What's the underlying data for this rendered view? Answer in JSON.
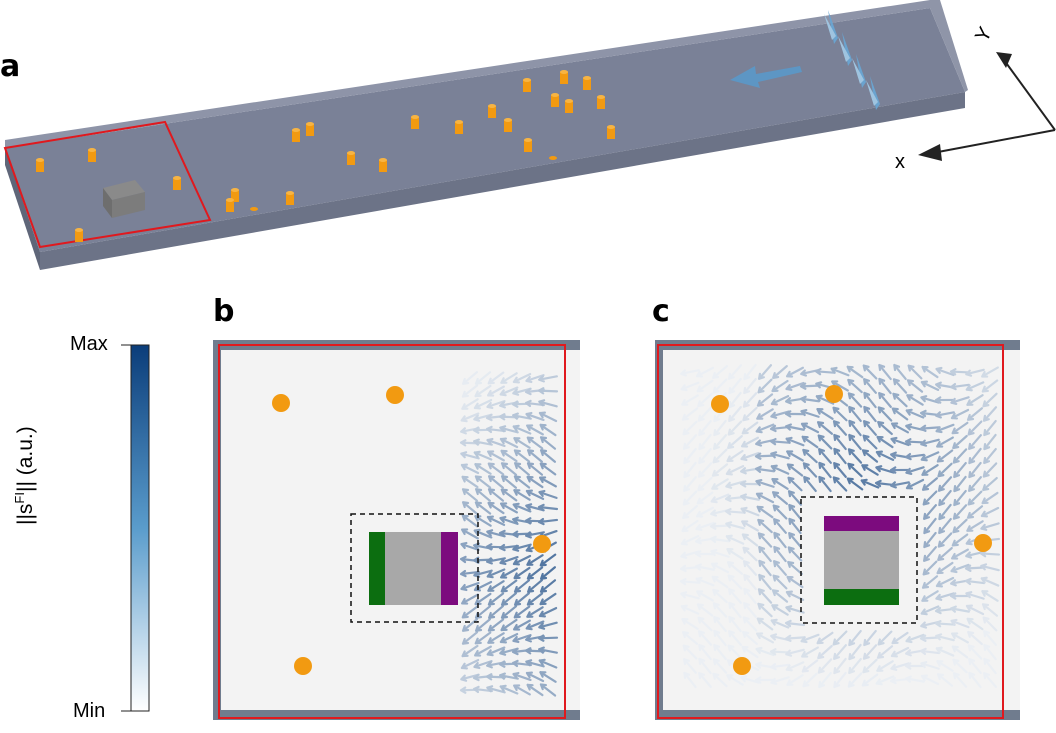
{
  "panels": {
    "a": "a",
    "b": "b",
    "c": "c"
  },
  "axes": {
    "x_label": "x",
    "y_label": "Y"
  },
  "colorbar": {
    "max_label": "Max",
    "min_label": "Min",
    "title_main": "||s",
    "title_sup": "FI",
    "title_tail": "|| (a.u.)",
    "color_min": "#ffffff",
    "color_max": "#0b3d7a"
  },
  "colors": {
    "channel_floor": "#7a8197",
    "channel_wall": "#6d7488",
    "obstacle_orange": "#f29a11",
    "highlight_red": "#e0191e",
    "panel_bg": "#f3f3f3",
    "panel_wall": "#707c8e",
    "cube_gray": "#a8a8a8",
    "face_green": "#0c6e10",
    "face_purple": "#7c0b7e",
    "arrow_blue": "#5a96c8"
  }
}
